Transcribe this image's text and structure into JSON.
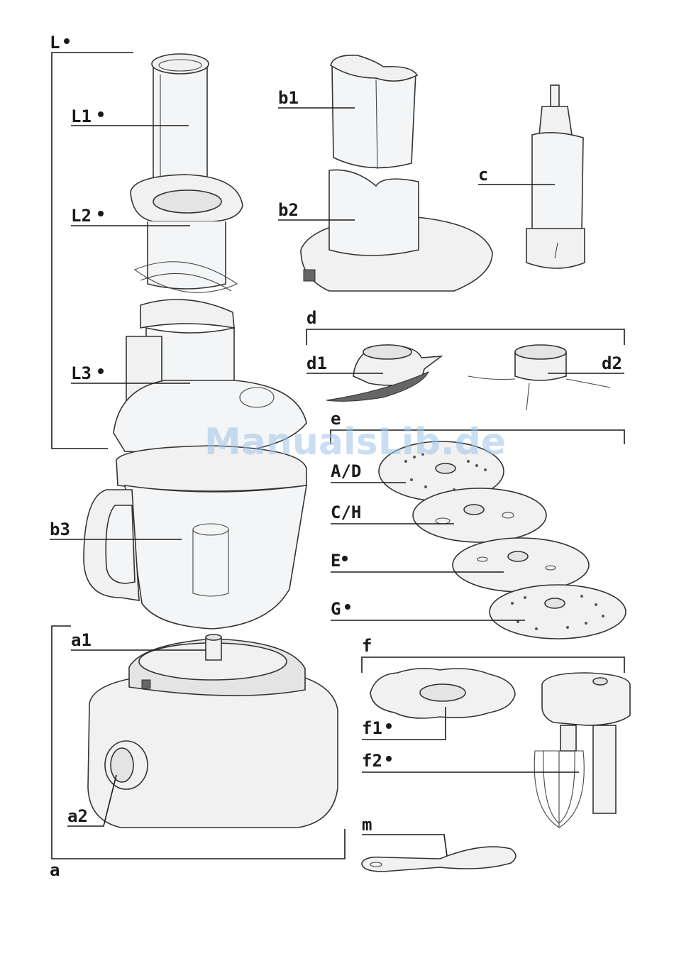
{
  "labels": {
    "L": "L",
    "L1": "L1",
    "L2": "L2",
    "L3": "L3",
    "b1": "b1",
    "b2": "b2",
    "b3": "b3",
    "c": "c",
    "d": "d",
    "d1": "d1",
    "d2": "d2",
    "e": "e",
    "AD": "A/D",
    "CH": "C/H",
    "E": "E",
    "G": "G",
    "f": "f",
    "f1": "f1",
    "f2": "f2",
    "m": "m",
    "a": "a",
    "a1": "a1",
    "a2": "a2"
  },
  "watermark": "ManualsLib.de",
  "colors": {
    "line": "#1a1a1a",
    "watermark": "#9fc4ea"
  }
}
